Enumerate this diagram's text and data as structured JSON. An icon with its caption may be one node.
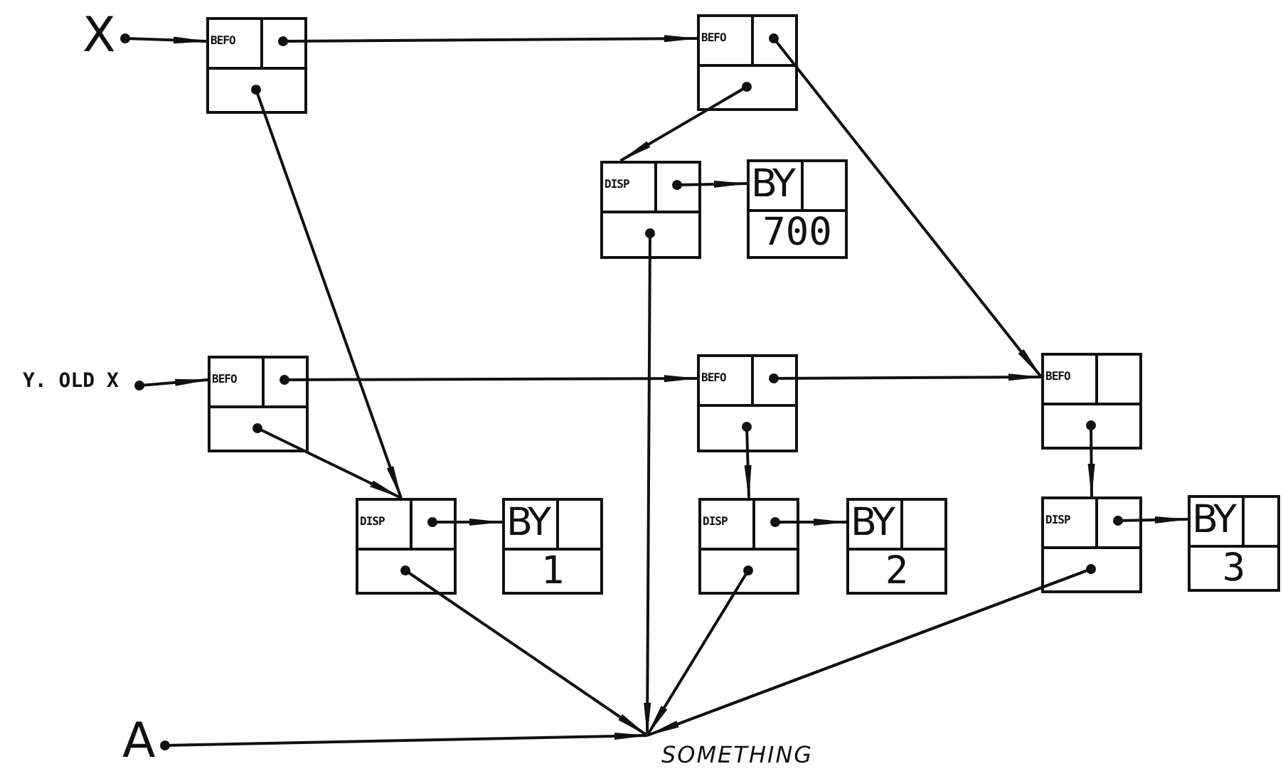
{
  "diagram": {
    "nodes": [
      {
        "text": [
          "X"
        ]
      },
      {
        "text": [
          "BEFO"
        ]
      },
      {
        "text": [
          "BEFO"
        ]
      },
      {
        "text": [
          "DISP"
        ]
      },
      {
        "text": [
          "BY",
          "700"
        ]
      },
      {
        "text": [
          "Y. OLD X"
        ]
      },
      {
        "text": [
          "BEFO"
        ]
      },
      {
        "text": [
          "BEFO"
        ]
      },
      {
        "text": [
          "BEFO"
        ]
      },
      {
        "text": [
          "DISP"
        ]
      },
      {
        "text": [
          "BY",
          "1"
        ]
      },
      {
        "text": [
          "DISP"
        ]
      },
      {
        "text": [
          "BY",
          "2"
        ]
      },
      {
        "text": [
          "DISP"
        ]
      },
      {
        "text": [
          "BY",
          "3"
        ]
      },
      {
        "text": [
          "SOMETHING"
        ]
      },
      {
        "text": [
          "A"
        ]
      }
    ],
    "edges": [
      {
        "from": 0,
        "to": 1,
        "arrow": "to"
      },
      {
        "from": 1,
        "to": 2,
        "arrow": "to"
      },
      {
        "from": 1,
        "to": 9,
        "arrow": "to"
      },
      {
        "from": 2,
        "to": 3,
        "arrow": "to"
      },
      {
        "from": 2,
        "to": 8,
        "arrow": "to"
      },
      {
        "from": 3,
        "to": 4,
        "arrow": "to"
      },
      {
        "from": 3,
        "to": 15,
        "arrow": "to"
      },
      {
        "from": 5,
        "to": 6,
        "arrow": "to"
      },
      {
        "from": 6,
        "to": 7,
        "arrow": "to"
      },
      {
        "from": 7,
        "to": 8,
        "arrow": "to"
      },
      {
        "from": 6,
        "to": 9,
        "arrow": "to"
      },
      {
        "from": 7,
        "to": 11,
        "arrow": "to"
      },
      {
        "from": 8,
        "to": 13,
        "arrow": "to"
      },
      {
        "from": 9,
        "to": 10,
        "arrow": "to"
      },
      {
        "from": 11,
        "to": 12,
        "arrow": "to"
      },
      {
        "from": 13,
        "to": 14,
        "arrow": "to"
      },
      {
        "from": 9,
        "to": 15,
        "arrow": "to"
      },
      {
        "from": 11,
        "to": 15,
        "arrow": "to"
      },
      {
        "from": 13,
        "to": 15,
        "arrow": "to"
      },
      {
        "from": 16,
        "to": 15,
        "arrow": "to"
      }
    ]
  }
}
